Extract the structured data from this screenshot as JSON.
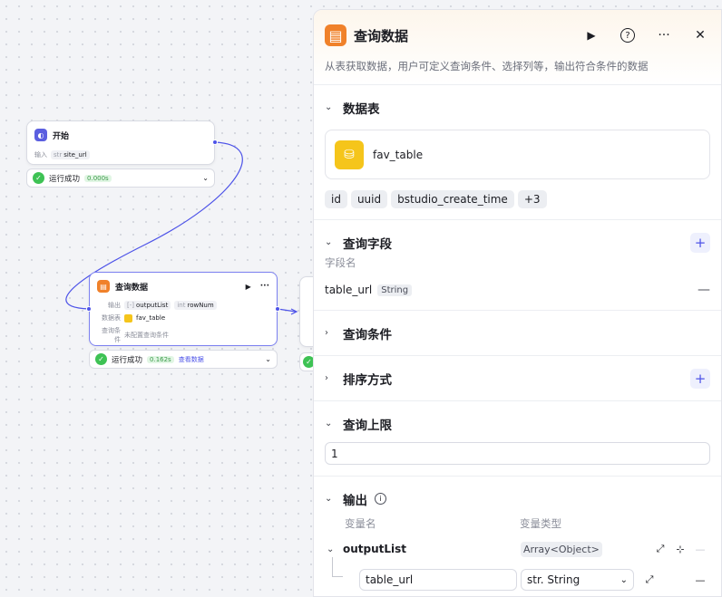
{
  "canvas": {
    "start_node": {
      "title": "开始",
      "input_label": "输入",
      "input_type": "str",
      "input_name": "site_url",
      "status_text": "运行成功",
      "status_time": "0.000s"
    },
    "query_node": {
      "title": "查询数据",
      "output_label": "输出",
      "out1_type": "[-]",
      "out1_name": "outputList",
      "out2_type": "int",
      "out2_name": "rowNum",
      "table_label": "数据表",
      "table_name": "fav_table",
      "cond_label": "查询条件",
      "cond_value": "未配置查询条件",
      "status_text": "运行成功",
      "status_time": "0.162s",
      "view_link": "查看数据"
    }
  },
  "panel": {
    "title": "查询数据",
    "description": "从表获取数据，用户可定义查询条件、选择列等，输出符合条件的数据",
    "sections": {
      "table": {
        "title": "数据表",
        "table_name": "fav_table",
        "chips": [
          "id",
          "uuid",
          "bstudio_create_time",
          "+3"
        ]
      },
      "fields": {
        "title": "查询字段",
        "field_label": "字段名",
        "field_name": "table_url",
        "field_type": "String"
      },
      "conditions": {
        "title": "查询条件"
      },
      "sort": {
        "title": "排序方式"
      },
      "limit": {
        "title": "查询上限",
        "value": "1"
      },
      "output": {
        "title": "输出",
        "col_name": "变量名",
        "col_type": "变量类型",
        "var_name": "outputList",
        "var_type": "Array<Object>",
        "child_name": "table_url",
        "child_type": "str. String"
      }
    }
  },
  "colors": {
    "accent": "#4d53e8",
    "success": "#3ec254",
    "query_icon": "#f0812a",
    "table_icon": "#f5c51b"
  }
}
